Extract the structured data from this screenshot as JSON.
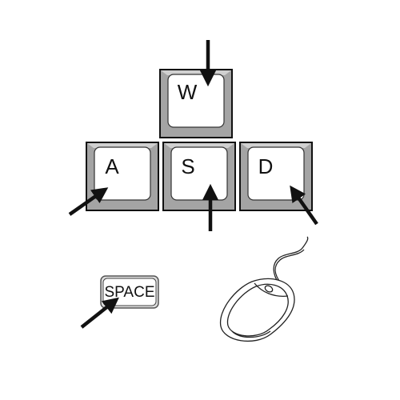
{
  "keys": {
    "w": "W",
    "a": "A",
    "s": "S",
    "d": "D",
    "space": "SPACE"
  },
  "colors": {
    "key_outer": "#111111",
    "key_bevel": "#a4a4a4",
    "key_face": "#ffffff",
    "arrow": "#111111",
    "mouse_stroke": "#222222"
  }
}
